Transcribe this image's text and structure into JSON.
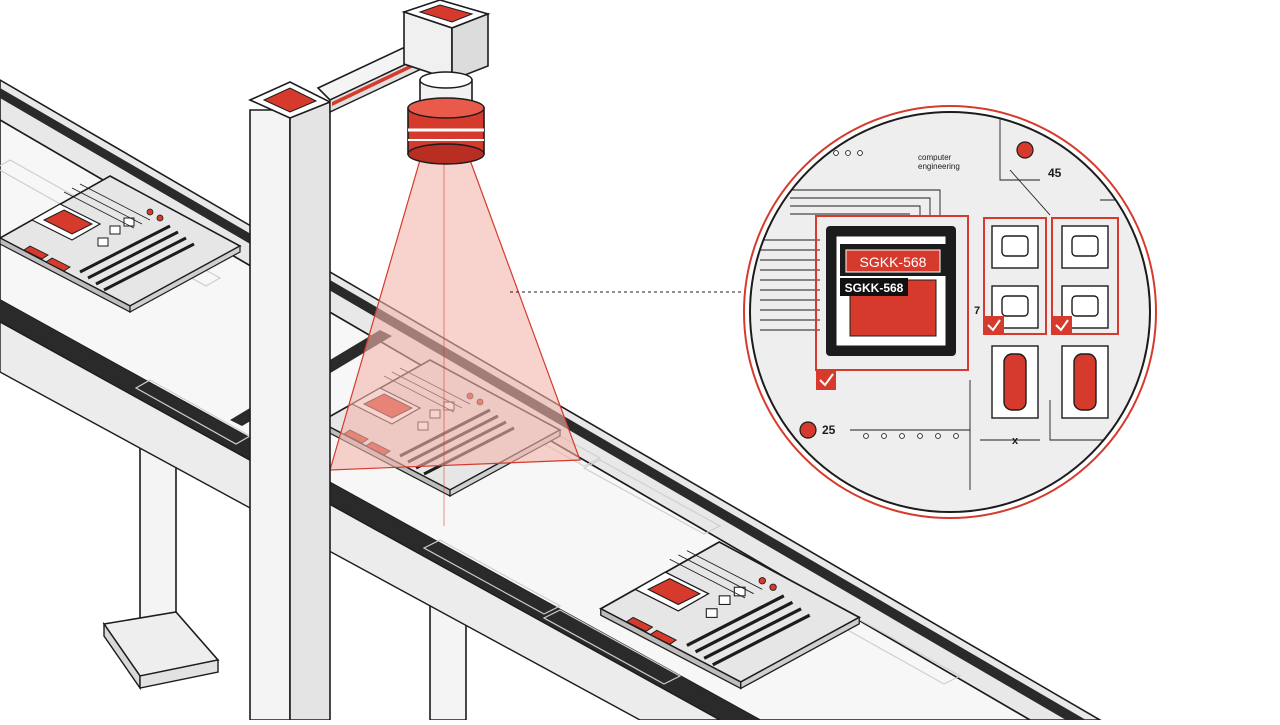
{
  "colors": {
    "accent": "#d63a2c",
    "outline": "#1c1c1c",
    "panel": "#e6e6e6",
    "panel_light": "#f2f2f2",
    "beam": "#f3b4aa",
    "background": "#ffffff"
  },
  "icons": [
    "camera-icon",
    "checkmark-icon",
    "chip-icon",
    "magnifier-lens-icon"
  ],
  "zoom_view": {
    "chip_marking": "SGKK-568",
    "chip_ocr_result": "SGKK-568",
    "board_text": "computer\nengineering",
    "board_text_line1": "computer",
    "board_text_line2": "engineering",
    "pad_label_45": "45",
    "pad_label_25": "25",
    "pad_label_7": "7",
    "pad_label_x": "x",
    "checks_passed": 3
  }
}
